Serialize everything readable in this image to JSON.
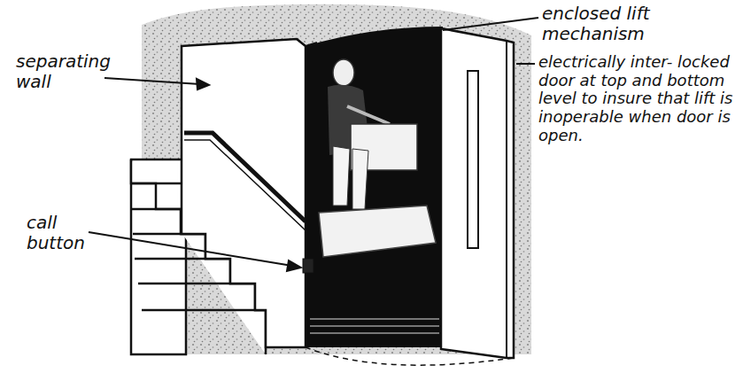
{
  "diagram": {
    "labels": [
      "separating wall",
      "call button",
      "enclosed lift mechanism",
      "electrically inter- locked door at top and bottom level to insure that lift is inoperable when door is open."
    ]
  }
}
